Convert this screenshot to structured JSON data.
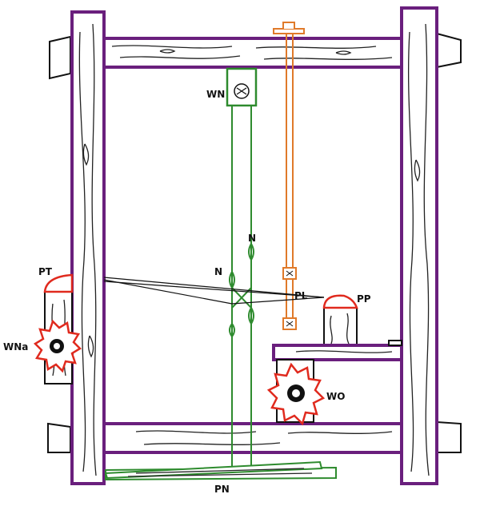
{
  "labels": {
    "wn": "WN",
    "n_upper": "N",
    "n_left": "N",
    "pt": "PT",
    "pl": "PL",
    "pp": "PP",
    "wna": "WNa",
    "wo": "WO",
    "pn": "PN"
  },
  "colors": {
    "frame": "#6a1f7d",
    "heddle": "#2e8b2e",
    "cord": "#e07a2a",
    "ratchet": "#e02a1e",
    "wood_line": "#111111"
  }
}
